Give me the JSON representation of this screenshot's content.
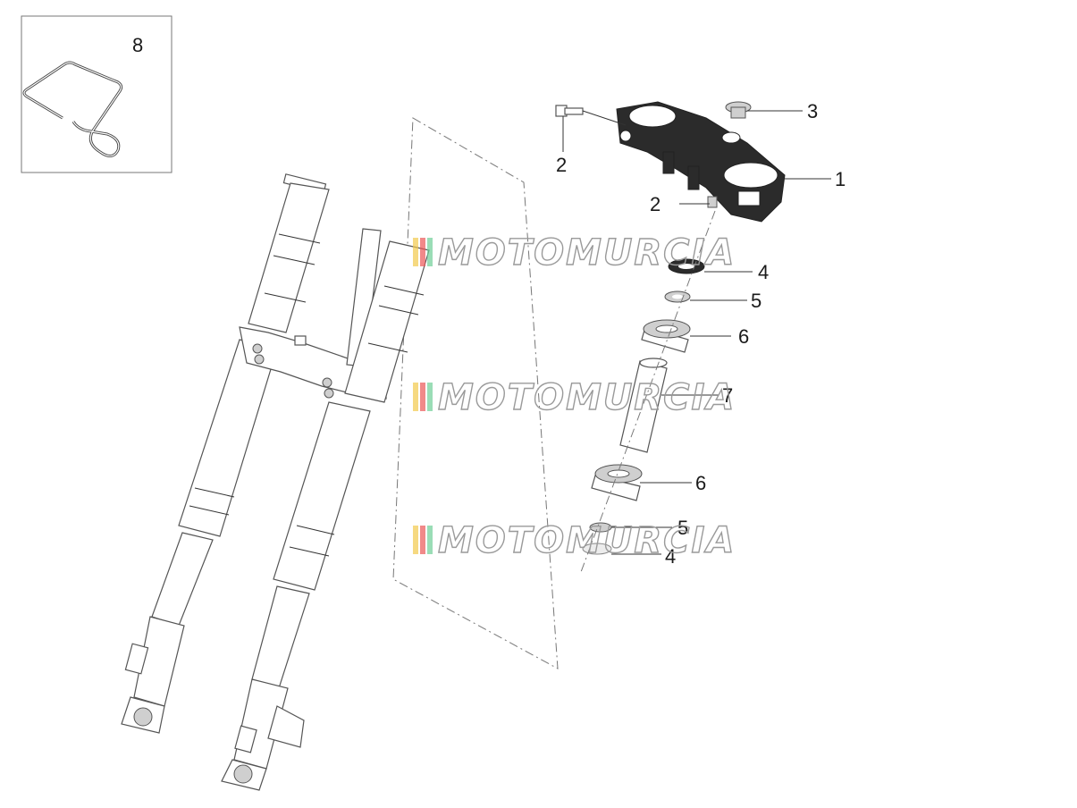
{
  "watermark": {
    "text": "MOTOMURCIA",
    "colors": [
      "#f2c94c",
      "#eb5757",
      "#6fcf97"
    ]
  },
  "callouts": {
    "c1": "1",
    "c2a": "2",
    "c2b": "2",
    "c3": "3",
    "c4a": "4",
    "c4b": "4",
    "c5a": "5",
    "c5b": "5",
    "c6a": "6",
    "c6b": "6",
    "c7": "7",
    "c8": "8"
  }
}
